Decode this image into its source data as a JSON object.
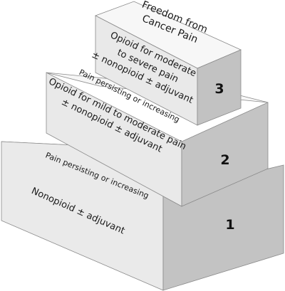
{
  "diagram": {
    "title_line1": "Freedom from",
    "title_line2": "Cancer Pain",
    "steps": [
      {
        "number": "1",
        "label": "Nonopioid ± adjuvant"
      },
      {
        "number": "2",
        "label_line1": "Opioid for mild to moderate pain",
        "label_line2": "± nonopioid ± adjuvant"
      },
      {
        "number": "3",
        "label_line1": "Opioid for moderate",
        "label_line2": "to severe pain",
        "label_line3": "± nonopioid ± adjuvant"
      }
    ],
    "transitions": [
      "Pain persisting or increasing",
      "Pain persisting or increasing"
    ],
    "colors": {
      "front_face": "#e9e9e9",
      "top_face": "#f6f6f6",
      "side_face": "#c2c2c2",
      "edge": "#8a8a8a",
      "text": "#1a1a1a"
    }
  }
}
